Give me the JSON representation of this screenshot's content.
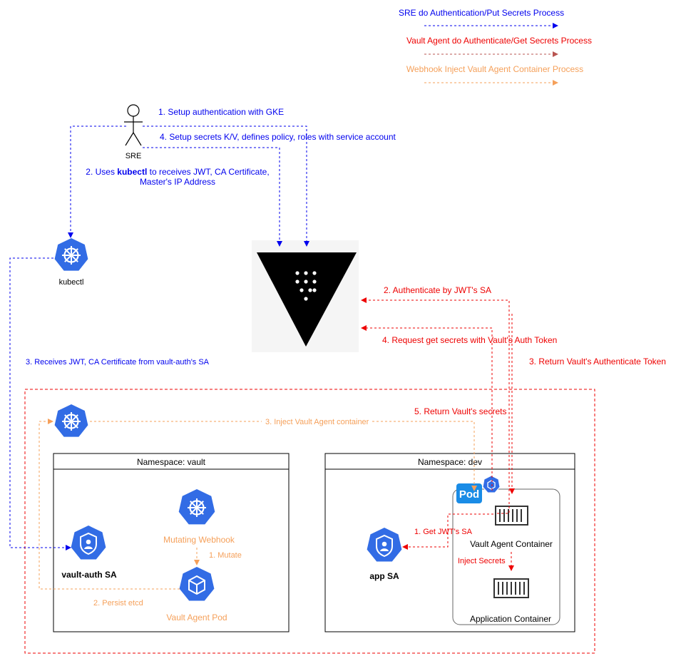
{
  "legend": [
    {
      "label": "SRE do Authentication/Put Secrets Process",
      "color": "#0000ee"
    },
    {
      "label": "Vault Agent do Authenticate/Get Secrets Process",
      "color": "#ee0000"
    },
    {
      "label": "Webhook Inject Vault Agent Container Process",
      "color": "#f5a05a"
    }
  ],
  "actors": {
    "sre": "SRE",
    "kubectl": "kubectl",
    "vault_auth_sa": "vault-auth SA",
    "app_sa": "app SA",
    "mutating_webhook": "Mutating Webhook",
    "vault_agent_pod": "Vault Agent Pod",
    "pod_badge": "Pod",
    "vault_agent_container": "Vault Agent Container",
    "application_container": "Application Container"
  },
  "namespaces": {
    "vault": "Namespace: vault",
    "dev": "Namespace: dev"
  },
  "edges": {
    "setup_auth": "1. Setup authentication with GKE",
    "setup_secrets": "4. Setup secrets K/V, defines policy, roles with service account",
    "uses_kubectl_prefix": "2. Uses ",
    "uses_kubectl_bold": "kubectl",
    "uses_kubectl_suffix": " to receives JWT, CA Certificate,",
    "uses_kubectl_line2": "Master's IP Address",
    "receives_jwt": "3. Receives JWT, CA Certificate from vault-auth's SA",
    "authenticate_jwt": "2. Authenticate by JWT's SA",
    "request_secrets": "4. Request get secrets with Vault's Auth Token",
    "return_token": "3. Return Vault's Authenticate Token",
    "return_secrets": "5. Return Vault's secrets",
    "inject_container": "3. Inject Vault Agent container",
    "get_jwt_sa": "1. Get JWT's SA",
    "inject_secrets": "Inject Secrets",
    "mutate": "1. Mutate",
    "persist_etcd": "2. Persist etcd"
  },
  "colors": {
    "blue": "#0000ee",
    "red": "#ee0000",
    "orange": "#f5a05a",
    "k8s": "#326ce5"
  }
}
